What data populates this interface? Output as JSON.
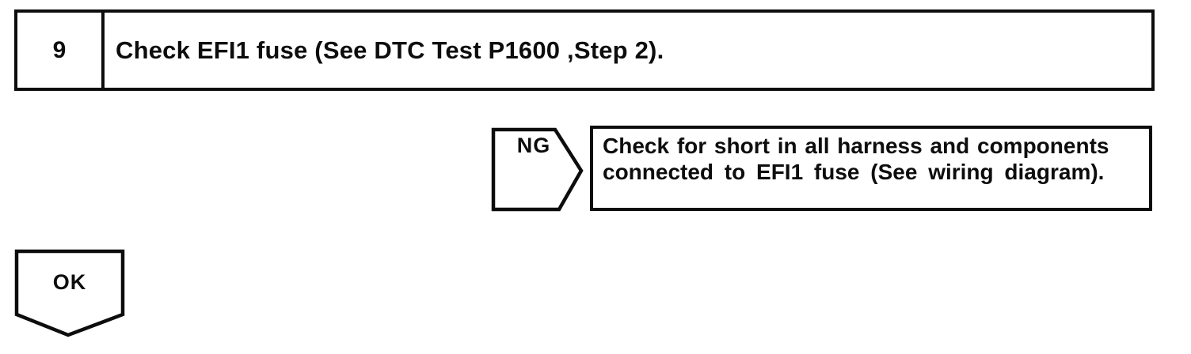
{
  "flowchart": {
    "step": {
      "number": "9",
      "instruction": "Check EFI1 fuse (See DTC Test P1600 ,Step 2)."
    },
    "ng_branch": {
      "label": "NG",
      "action_line1": "Check for short in all harness and components",
      "action_line2": "connected to EFI1 fuse (See wiring diagram)."
    },
    "ok_branch": {
      "label": "OK"
    },
    "colors": {
      "ink": "#0d0d0d",
      "paper": "#ffffff"
    }
  }
}
